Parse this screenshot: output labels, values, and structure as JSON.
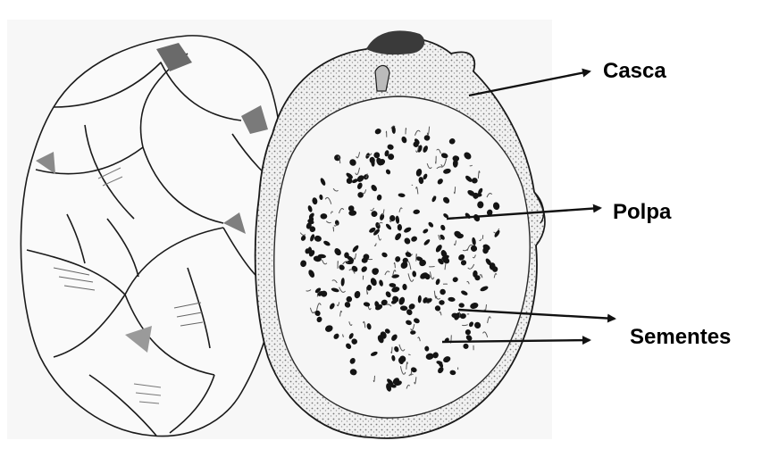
{
  "labels": {
    "casca": "Casca",
    "polpa": "Polpa",
    "sementes": "Sementes"
  },
  "colors": {
    "line": "#1a1a1a",
    "paper": "#ffffff",
    "skin_tone": "#d8d8d8",
    "flesh": "#f4f4f4",
    "seed": "#141414"
  }
}
